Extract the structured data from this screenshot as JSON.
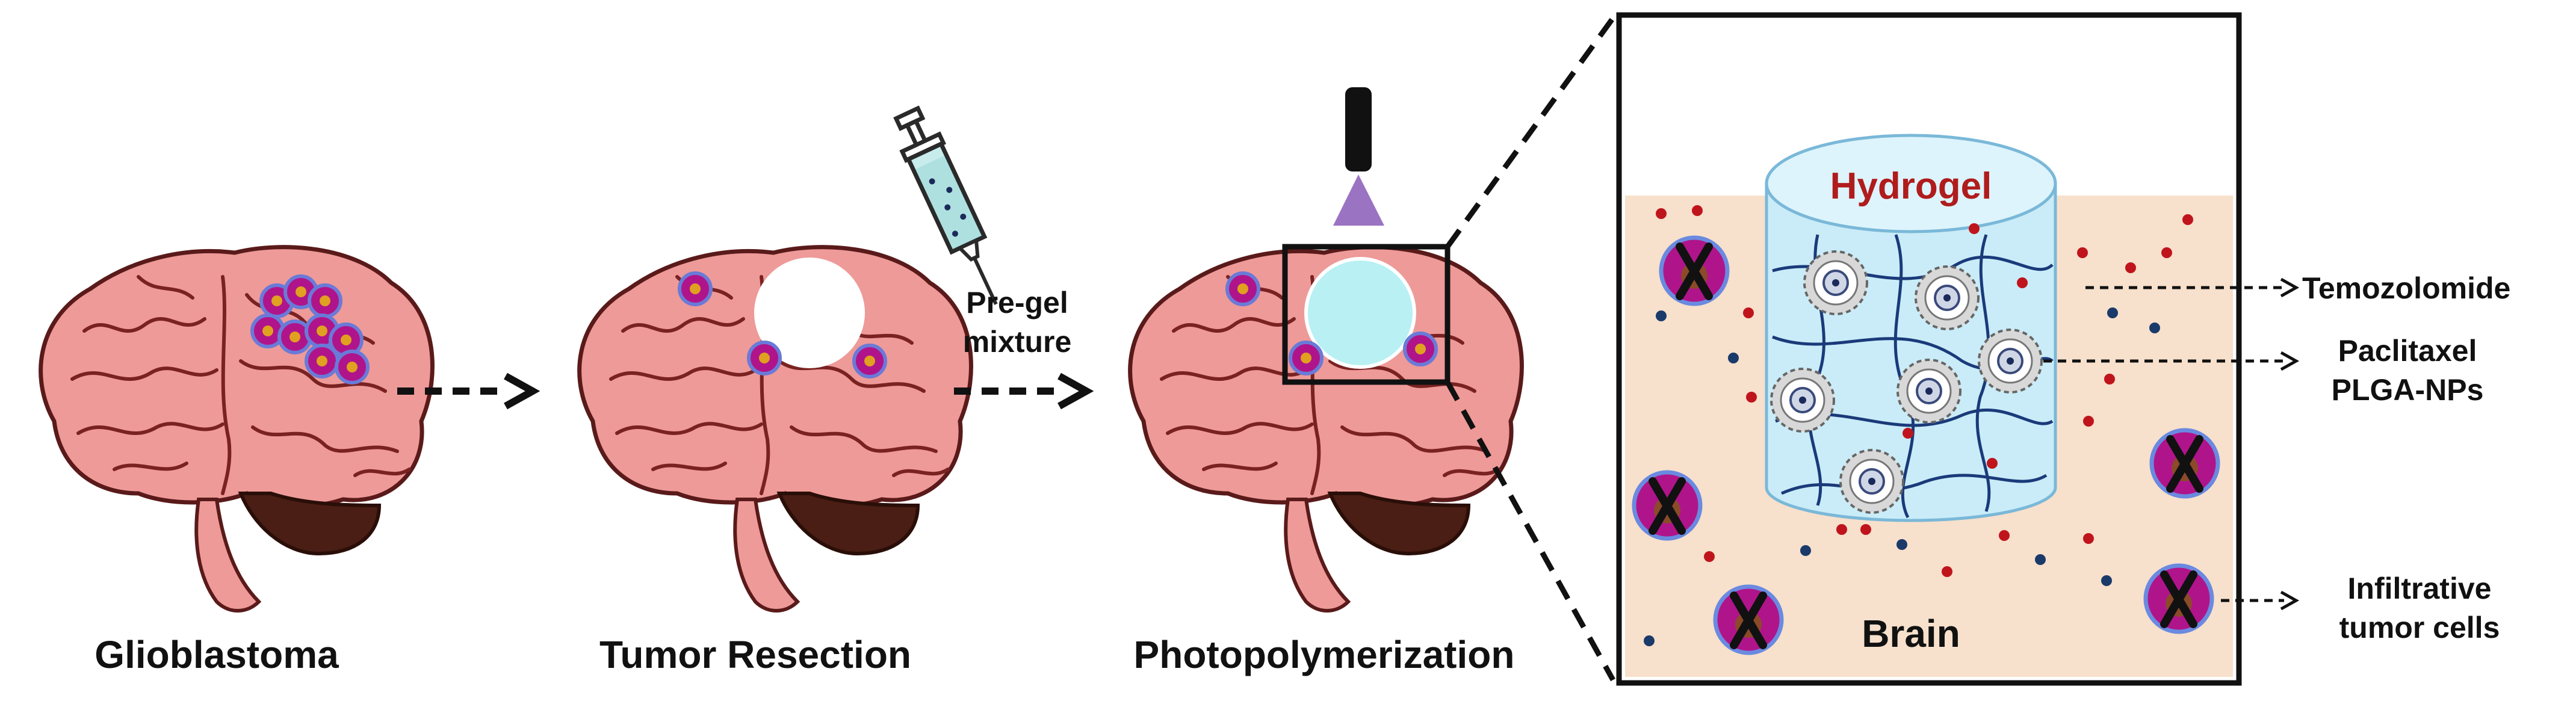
{
  "stages": [
    {
      "id": "glioblastoma",
      "label": "Glioblastoma"
    },
    {
      "id": "resection",
      "label": "Tumor Resection"
    },
    {
      "id": "photopolymerization",
      "label": "Photopolymerization"
    }
  ],
  "injection": {
    "label_line1": "Pre-gel",
    "label_line2": "mixture"
  },
  "inset": {
    "hydrogel_label": "Hydrogel",
    "brain_label": "Brain",
    "callouts": {
      "temozolomide": "Temozolomide",
      "nanoparticles_line1": "Paclitaxel",
      "nanoparticles_line2": "PLGA-NPs",
      "tumor_cells_line1": "Infiltrative",
      "tumor_cells_line2": "tumor cells"
    }
  },
  "colors": {
    "brain": "#ee9a98",
    "cerebellum": "#4a1e14",
    "tumor_cell": "#b0148a",
    "tumor_core": "#8b4a2a",
    "hydrogel": "#c9ecf8",
    "gel_fill": "#b8f0f4",
    "tissue": "#f7e0cc",
    "light_beam": "#8a5bb8",
    "temozolomide_dot": "#c0141c",
    "blue_dot": "#1a3a6a",
    "hydrogel_label": "#b01c1c"
  }
}
